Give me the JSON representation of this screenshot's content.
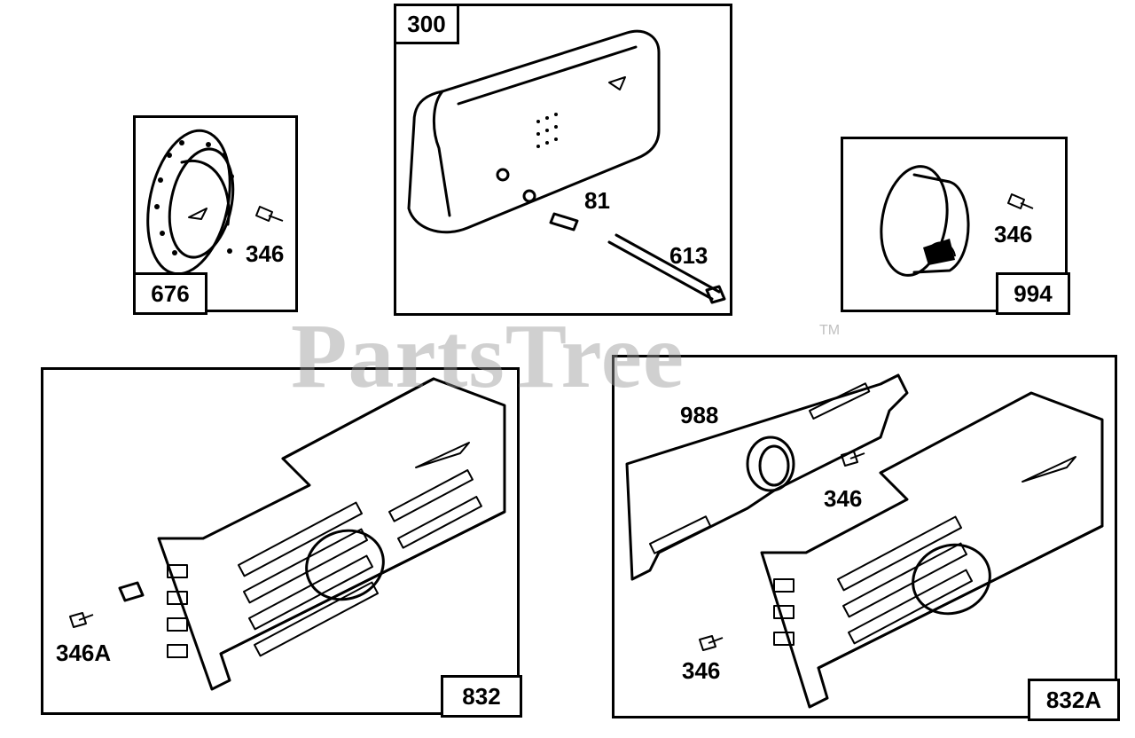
{
  "watermark": {
    "text": "PartsTree",
    "trademark": "TM"
  },
  "panels": {
    "p676": {
      "tag": "676",
      "labels": [
        "346"
      ]
    },
    "p300": {
      "tag": "300",
      "labels": [
        "81",
        "613"
      ]
    },
    "p994": {
      "tag": "994",
      "labels": [
        "346"
      ]
    },
    "p832": {
      "tag": "832",
      "labels": [
        "346A"
      ]
    },
    "p832a": {
      "tag": "832A",
      "labels": [
        "988",
        "346",
        "346"
      ]
    }
  }
}
